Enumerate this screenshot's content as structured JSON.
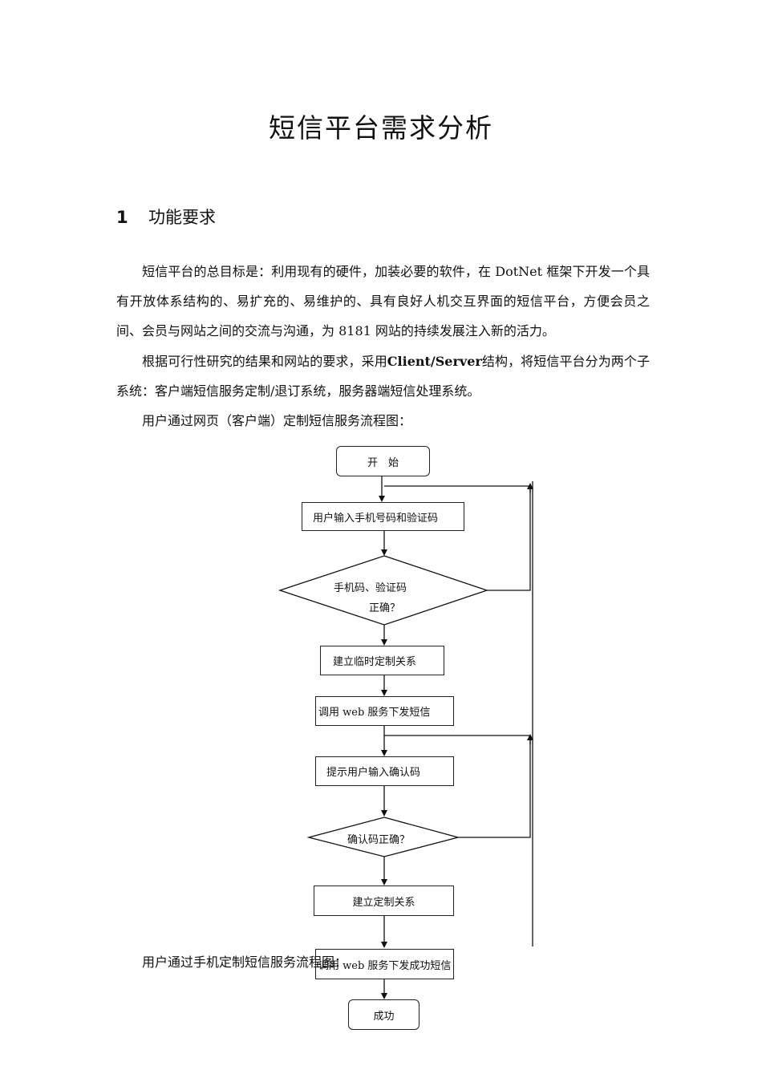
{
  "document": {
    "title": "短信平台需求分析",
    "section": {
      "number": "1",
      "title": "功能要求"
    },
    "paragraphs": [
      "短信平台的总目标是：利用现有的硬件，加装必要的软件，在 DotNet 框架下开发一个具有开放体系结构的、易扩充的、易维护的、具有良好人机交互界面的短信平台，方便会员之间、会员与网站之间的交流与沟通，为 8181 网站的持续发展注入新的活力。",
      {
        "before": "根据可行性研究的结果和网站的要求，采用",
        "bold": "Client/Server",
        "after": "结构，将短信平台分为两个子系统：客户端短信服务定制/退订系统，服务器端短信处理系统。"
      }
    ],
    "caption_web": "用户通过网页（客户端）定制短信服务流程图：",
    "caption_mobile": "用户通过手机定制短信服务流程图："
  },
  "flowchart": {
    "start": "开　始",
    "input_phone": "用户输入手机号码和验证码",
    "check_line1": "手机码、验证码",
    "check_line2": "正确？",
    "temp_relation": "建立临时定制关系",
    "call_web_send": "调用 web 服务下发短信",
    "prompt_confirm": "提示用户输入确认码",
    "confirm_check": "确认码正确？",
    "build_relation": "建立定制关系",
    "call_success": "调用 web 服务下发成功短信",
    "success": "成功"
  }
}
